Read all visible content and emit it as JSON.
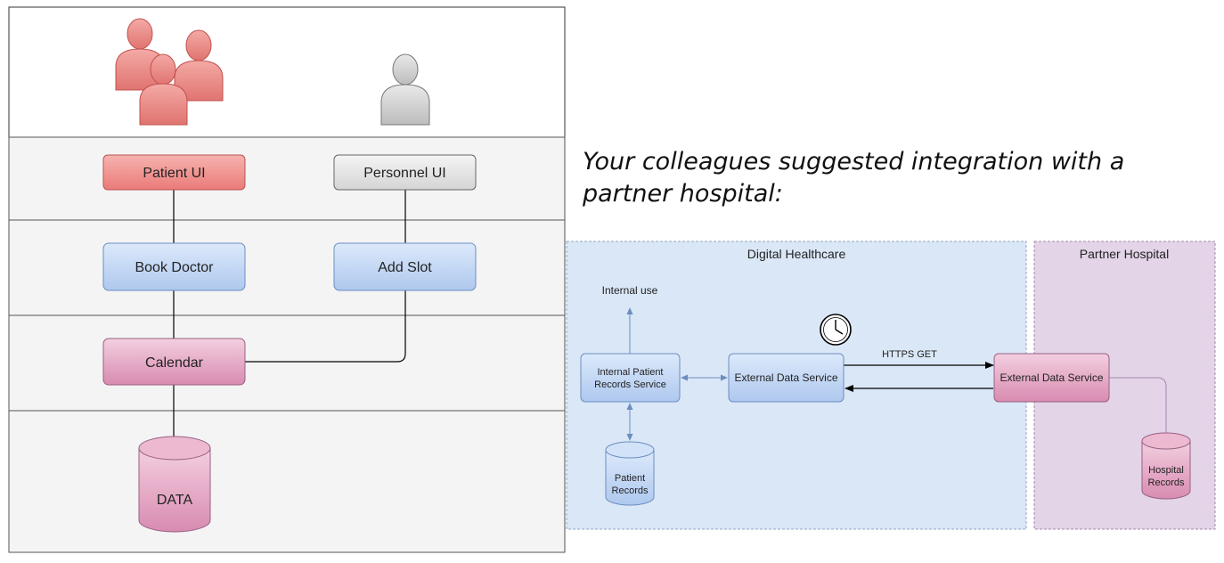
{
  "left_diagram": {
    "boxes": {
      "patient_ui": "Patient UI",
      "personnel_ui": "Personnel UI",
      "book_doctor": "Book Doctor",
      "add_slot": "Add Slot",
      "calendar": "Calendar",
      "data": "DATA"
    },
    "icons": [
      "patients-group-icon",
      "personnel-user-icon",
      "database-icon"
    ],
    "colors": {
      "patient": "#f19c99",
      "personnel": "#e6e6e6",
      "service": "#c9dbf3",
      "storage": "#e6a6c4"
    }
  },
  "caption": "Your colleagues suggested integration with a partner hospital:",
  "right_diagram": {
    "zones": {
      "digital_healthcare": "Digital Healthcare",
      "partner_hospital": "Partner Hospital"
    },
    "nodes": {
      "internal_use": "Internal use",
      "internal_patient_records_line1": "Internal Patient",
      "internal_patient_records_line2": "Records Service",
      "external_data_service_left": "External Data Service",
      "external_data_service_right": "External Data Service",
      "patient_records_line1": "Patient",
      "patient_records_line2": "Records",
      "hospital_records_line1": "Hospital",
      "hospital_records_line2": "Records",
      "https_get": "HTTPS GET"
    },
    "icons": [
      "clock-icon",
      "database-icon"
    ],
    "colors": {
      "zone_blue": "#dae7f7",
      "zone_purple": "#e3d4e8"
    }
  }
}
